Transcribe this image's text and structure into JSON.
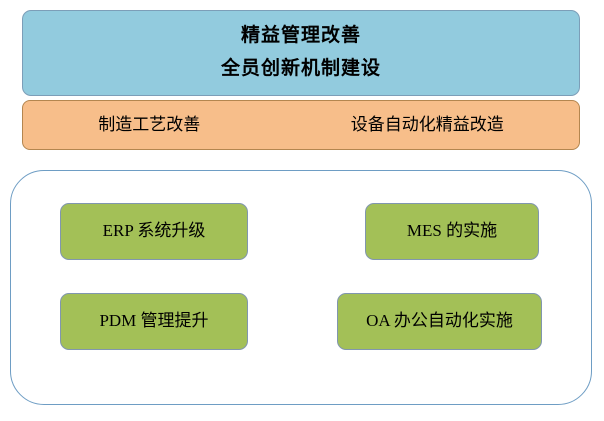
{
  "banner_blue": {
    "line1": "精益管理改善",
    "line2": "全员创新机制建设",
    "color": "#92CBDE"
  },
  "banner_orange": {
    "left_label": "制造工艺改善",
    "right_label": "设备自动化精益改造",
    "color": "#F7BE8A"
  },
  "projects": {
    "container_border_color": "#6E9DC4",
    "chip_color": "#A3C057",
    "items": [
      {
        "label": "ERP 系统升级"
      },
      {
        "label": "MES 的实施"
      },
      {
        "label": "PDM 管理提升"
      },
      {
        "label": "OA 办公自动化实施"
      }
    ]
  }
}
